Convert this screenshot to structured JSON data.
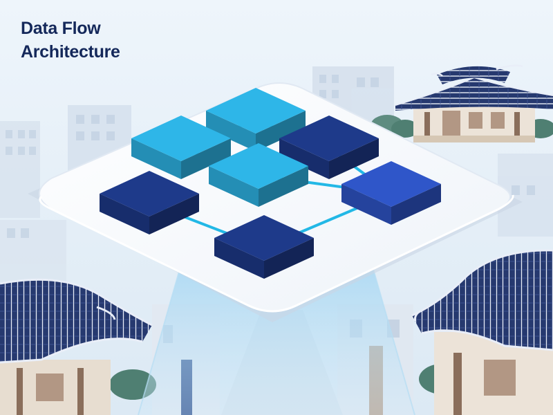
{
  "title": {
    "line1": "Data Flow",
    "line2": "Architecture"
  },
  "palette": {
    "sky": "#e8f1f8",
    "navy": "#1e3a8a",
    "royal_blue": "#2f56c9",
    "cyan": "#2eb6e8",
    "connector": "#22b8e6",
    "platform": "#f7f9fc",
    "roof_tile": "#26396f",
    "foliage": "#4f7f72"
  },
  "icons": {
    "platform": "floating-data-platform",
    "blocks": "data-node-cube",
    "background": "hanok-city-skyline"
  },
  "diagram": {
    "nodes": [
      {
        "id": "n1",
        "color": "cyan"
      },
      {
        "id": "n2",
        "color": "cyan"
      },
      {
        "id": "n3",
        "color": "navy"
      },
      {
        "id": "n4",
        "color": "cyan"
      },
      {
        "id": "n5",
        "color": "navy"
      },
      {
        "id": "n6",
        "color": "royal_blue"
      },
      {
        "id": "n7",
        "color": "navy"
      }
    ],
    "edges": [
      [
        "n1",
        "n2"
      ],
      [
        "n2",
        "n3"
      ],
      [
        "n1",
        "n4"
      ],
      [
        "n3",
        "n6"
      ],
      [
        "n4",
        "n6"
      ],
      [
        "n5",
        "n7"
      ],
      [
        "n6",
        "n7"
      ]
    ]
  }
}
